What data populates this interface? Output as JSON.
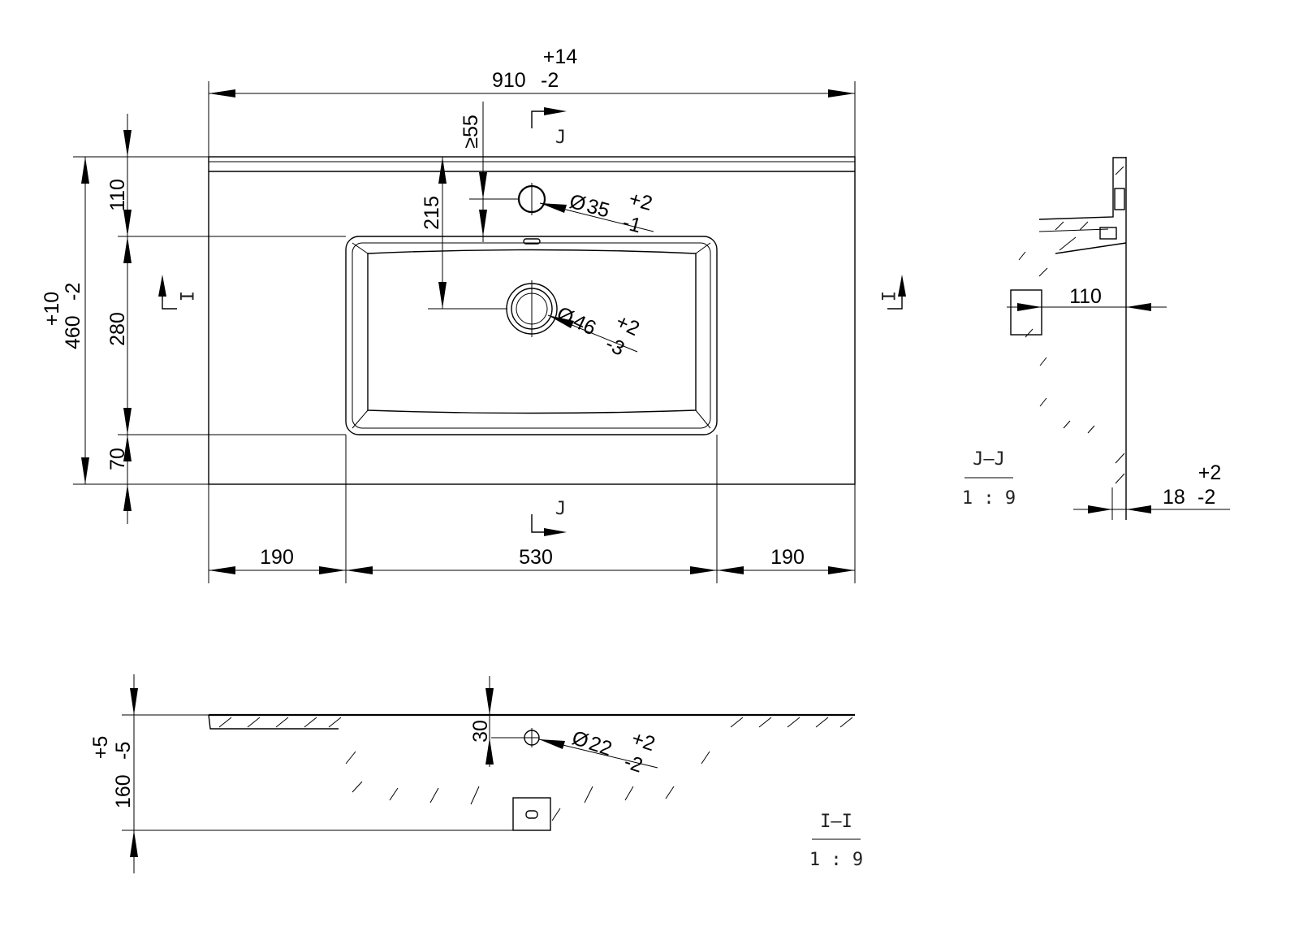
{
  "top_view": {
    "width_dim": {
      "value": "910",
      "tol_plus": "+14",
      "tol_minus": "-2"
    },
    "depth_dim": {
      "value": "460",
      "tol_plus": "+10",
      "tol_minus": "-2"
    },
    "depth_parts": [
      "110",
      "280",
      "70"
    ],
    "width_parts": [
      "190",
      "530",
      "190"
    ],
    "faucet_offset": "215",
    "faucet_min": "≥55",
    "faucet_hole": {
      "symbol": "Ø",
      "value": "35",
      "tol_plus": "+2",
      "tol_minus": "-1"
    },
    "drain_hole": {
      "symbol": "Ø",
      "value": "46",
      "tol_plus": "+2",
      "tol_minus": "-3"
    },
    "section_j": "J",
    "section_i": "I"
  },
  "section_jj": {
    "label": "J–J",
    "scale": "1 : 9",
    "overflow_dim": "110",
    "thickness_dim": {
      "value": "18",
      "tol_plus": "+2",
      "tol_minus": "-2"
    }
  },
  "section_ii": {
    "label": "I–I",
    "scale": "1 : 9",
    "height_dim": {
      "value": "160",
      "tol_plus": "+5",
      "tol_minus": "-5"
    },
    "overflow_depth": "30",
    "overflow_hole": {
      "symbol": "Ø",
      "value": "22",
      "tol_plus": "+2",
      "tol_minus": "-2"
    }
  }
}
